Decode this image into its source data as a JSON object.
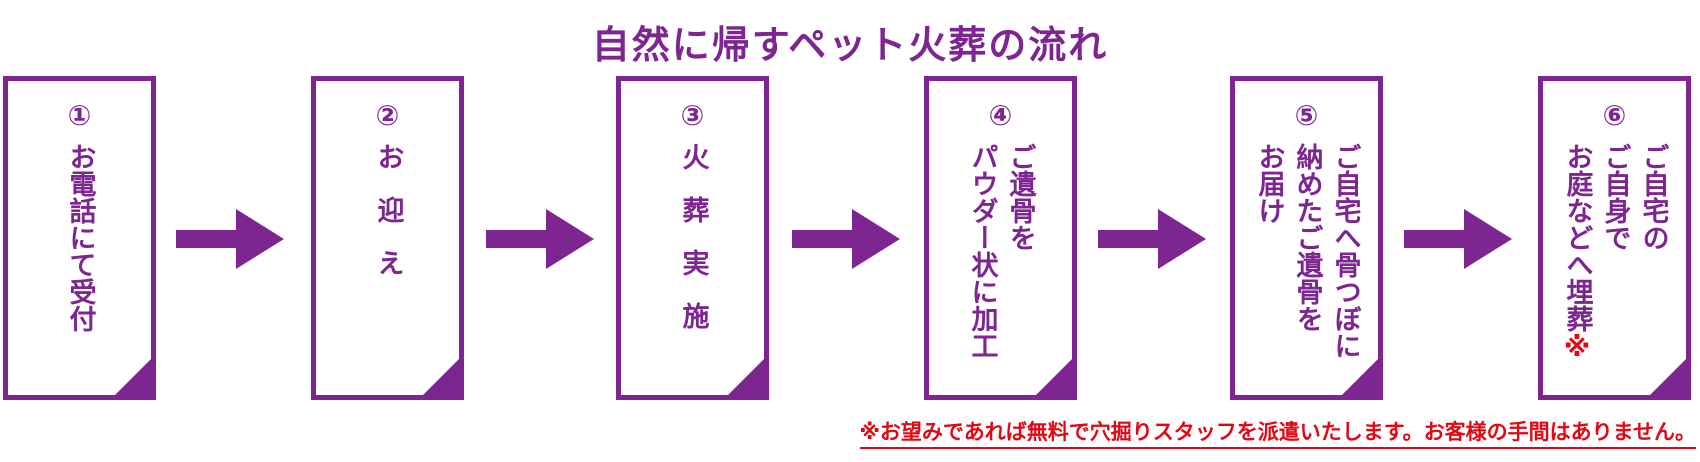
{
  "title": "自然に帰すペット火葬の流れ",
  "colors": {
    "primary": "#7d2590",
    "accent": "#e30613"
  },
  "steps": [
    {
      "num": "①",
      "lines": [
        "お電話にて受付"
      ],
      "mark": ""
    },
    {
      "num": "②",
      "lines": [
        "お迎え"
      ],
      "mark": ""
    },
    {
      "num": "③",
      "lines": [
        "火葬実施"
      ],
      "mark": ""
    },
    {
      "num": "④",
      "lines": [
        "ご遺骨を",
        "パウダー状に加工"
      ],
      "mark": ""
    },
    {
      "num": "⑤",
      "lines": [
        "ご自宅へ骨つぼに",
        "納めたご遺骨を",
        "お届け"
      ],
      "mark": ""
    },
    {
      "num": "⑥",
      "lines": [
        "ご自宅の",
        "ご自身で",
        "お庭などへ埋葬"
      ],
      "mark": "※"
    }
  ],
  "arrow_icon": "right-arrow-icon",
  "note": "※お望みであれば無料で穴掘りスタッフを派遣いたします。お客様の手間はありません。"
}
